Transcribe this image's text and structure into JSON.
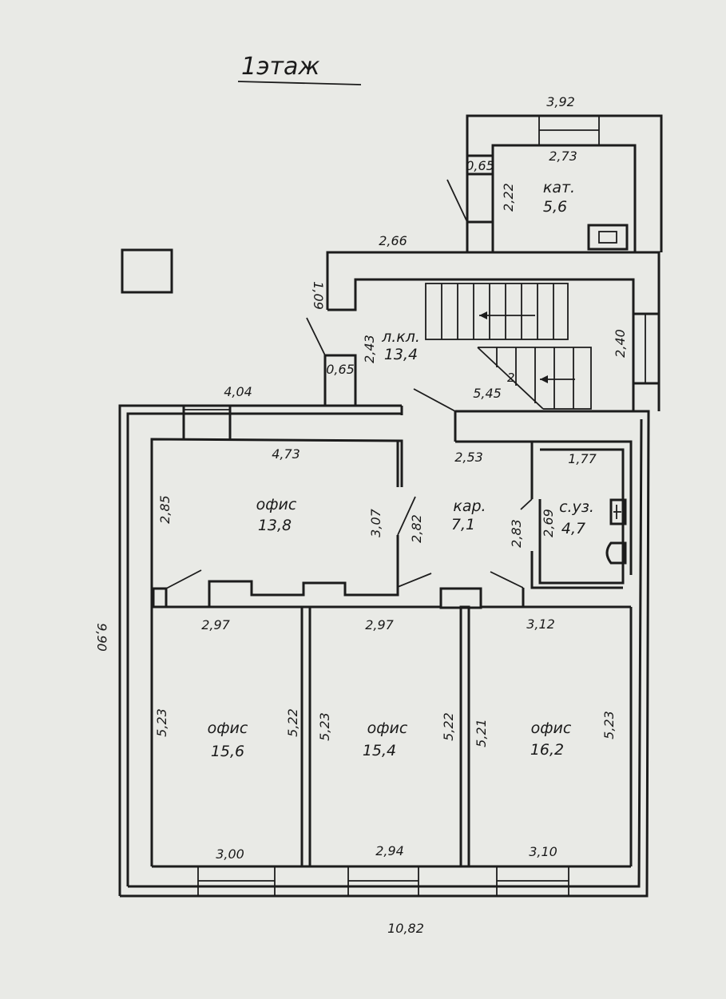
{
  "title": "1этаж",
  "rooms": {
    "office_top": {
      "name": "офис",
      "area": "13,8"
    },
    "corridor": {
      "name": "кар.",
      "area": "7,1"
    },
    "bathroom": {
      "name": "с.уз.",
      "area": "4,7"
    },
    "stair_hall": {
      "name": "л.кл.",
      "area": "13,4"
    },
    "boiler": {
      "name": "кат.",
      "area": "5,6"
    },
    "office_bl": {
      "name": "офис",
      "area": "15,6"
    },
    "office_bm": {
      "name": "офис",
      "area": "15,4"
    },
    "office_br": {
      "name": "офис",
      "area": "16,2"
    }
  },
  "dims": {
    "boiler_top": "3,92",
    "boiler_inner": "2,73",
    "boiler_side": "2,22",
    "boiler_small": "0,65",
    "annex_width": "2,66",
    "stair_small": "1,09",
    "stair_hall_h": "2,43",
    "stair_niche": "0,65",
    "stair_right": "2,40",
    "stair_width": "5,45",
    "outer_left_top": "4,04",
    "office_top_w": "4,73",
    "office_top_h": "2,85",
    "office_top_h2": "3,07",
    "corridor_h": "2,82",
    "corridor_w": "2,53",
    "bath_w": "1,77",
    "bath_h": "2,69",
    "bath_h2": "2,83",
    "bl_w": "2,97",
    "bm_w": "2,97",
    "br_w": "3,12",
    "bl_h": "5,23",
    "bl_h2": "5,22",
    "bm_h": "5,23",
    "bm_h2": "5,22",
    "br_h": "5,21",
    "br_h2": "5,23",
    "bl_bottom": "3,00",
    "bm_bottom": "2,94",
    "br_bottom": "3,10",
    "overall_h": "9,90",
    "overall_w": "10,82"
  }
}
